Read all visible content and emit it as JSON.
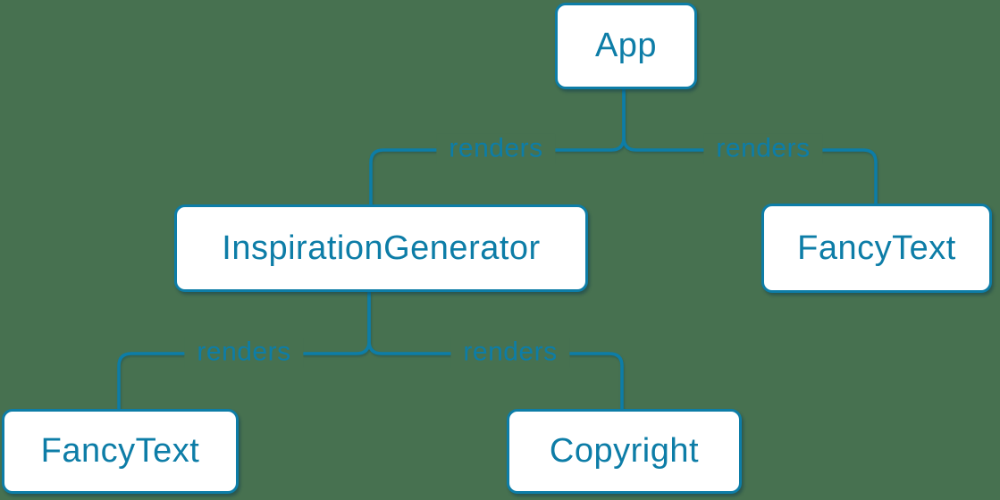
{
  "colors": {
    "background": "#477150",
    "accent": "#0d7da7",
    "node_fill": "#ffffff"
  },
  "diagram": {
    "type": "component-render-tree",
    "nodes": [
      {
        "id": "app",
        "label": "App"
      },
      {
        "id": "inspiration-generator",
        "label": "InspirationGenerator"
      },
      {
        "id": "fancy-text-top",
        "label": "FancyText"
      },
      {
        "id": "fancy-text-bottom",
        "label": "FancyText"
      },
      {
        "id": "copyright",
        "label": "Copyright"
      }
    ],
    "edges": [
      {
        "from": "App",
        "to": "InspirationGenerator",
        "label": "renders"
      },
      {
        "from": "App",
        "to": "FancyText",
        "label": "renders"
      },
      {
        "from": "InspirationGenerator",
        "to": "FancyText",
        "label": "renders"
      },
      {
        "from": "InspirationGenerator",
        "to": "Copyright",
        "label": "renders"
      }
    ]
  }
}
